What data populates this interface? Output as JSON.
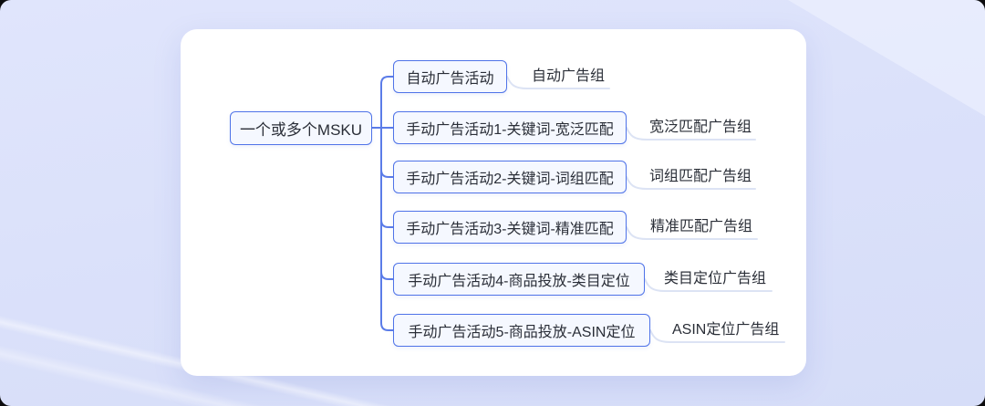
{
  "diagram": {
    "root_label": "一个或多个MSKU",
    "branches": [
      {
        "campaign": "自动广告活动",
        "ad_group": "自动广告组"
      },
      {
        "campaign": "手动广告活动1-关键词-宽泛匹配",
        "ad_group": "宽泛匹配广告组"
      },
      {
        "campaign": "手动广告活动2-关键词-词组匹配",
        "ad_group": "词组匹配广告组"
      },
      {
        "campaign": "手动广告活动3-关键词-精准匹配",
        "ad_group": "精准匹配广告组"
      },
      {
        "campaign": "手动广告活动4-商品投放-类目定位",
        "ad_group": "类目定位广告组"
      },
      {
        "campaign": "手动广告活动5-商品投放-ASIN定位",
        "ad_group": "ASIN定位广告组"
      }
    ],
    "colors": {
      "page_bg": "#dbe1fa",
      "card_bg": "#ffffff",
      "node_fill": "#f5f8ff",
      "node_border": "#4f73e8",
      "branch_line": "#5b7ce8",
      "label_line": "#dce3f4",
      "text": "#2a2e37"
    }
  }
}
